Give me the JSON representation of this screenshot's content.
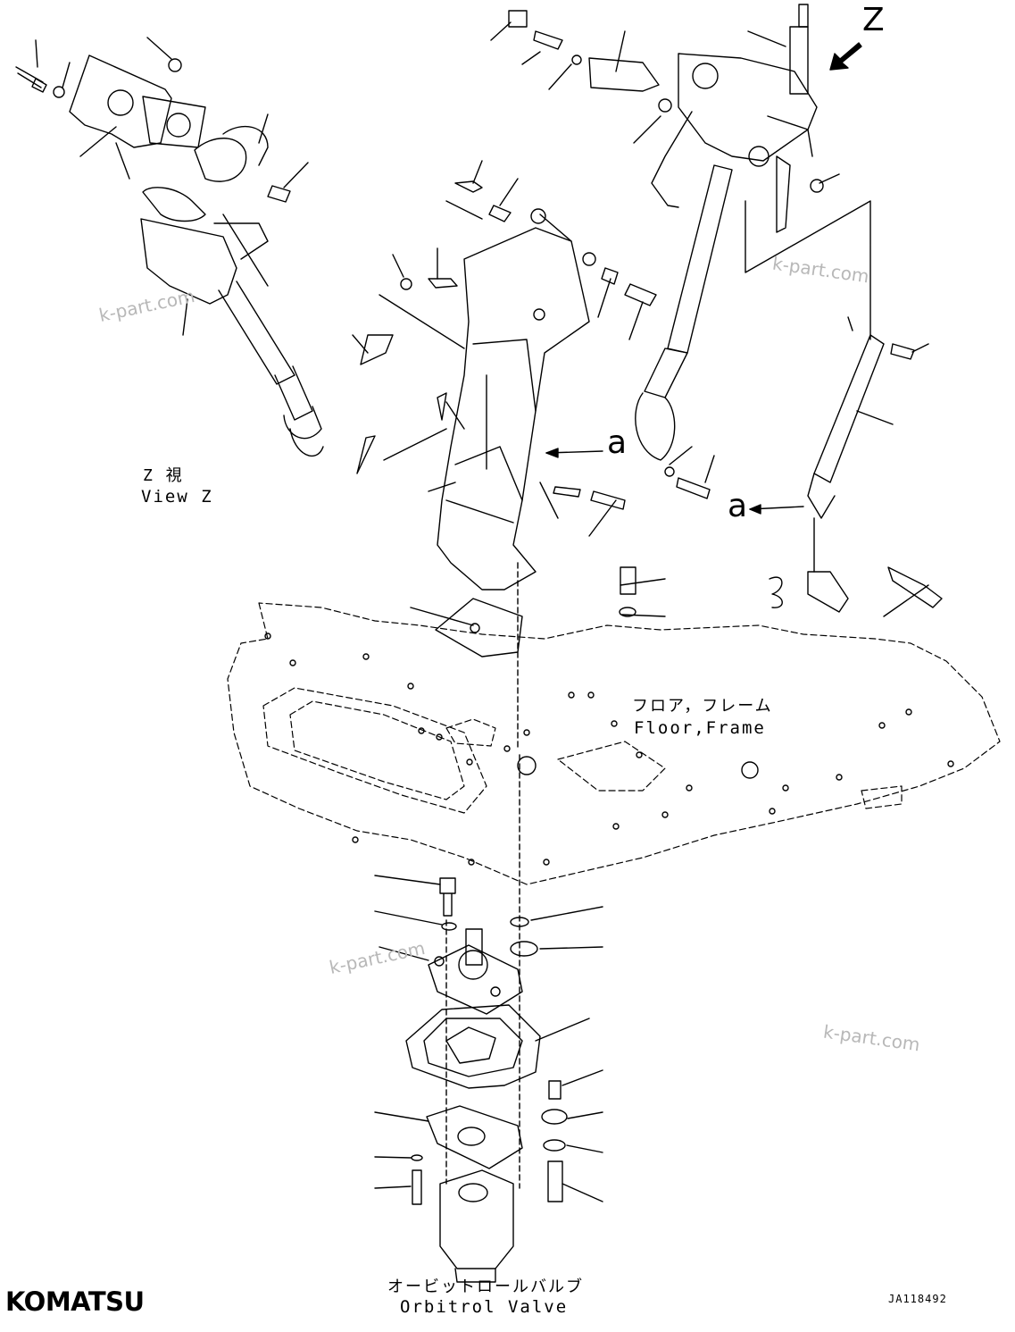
{
  "labels": {
    "view_marker": "Z",
    "view_jp": "Z 視",
    "view_en": "View Z",
    "arrow_a1": "a",
    "arrow_a2": "a",
    "floor_jp": "フロア，フレーム",
    "floor_en": "Floor,Frame",
    "valve_jp": "オービットロールバルブ",
    "valve_en": "Orbitrol Valve",
    "doc_code": "JA118492"
  },
  "watermarks": [
    "k-part.com",
    "k-part.com",
    "k-part.com",
    "k-part.com"
  ],
  "brand": {
    "logo": "KOMATSU"
  }
}
